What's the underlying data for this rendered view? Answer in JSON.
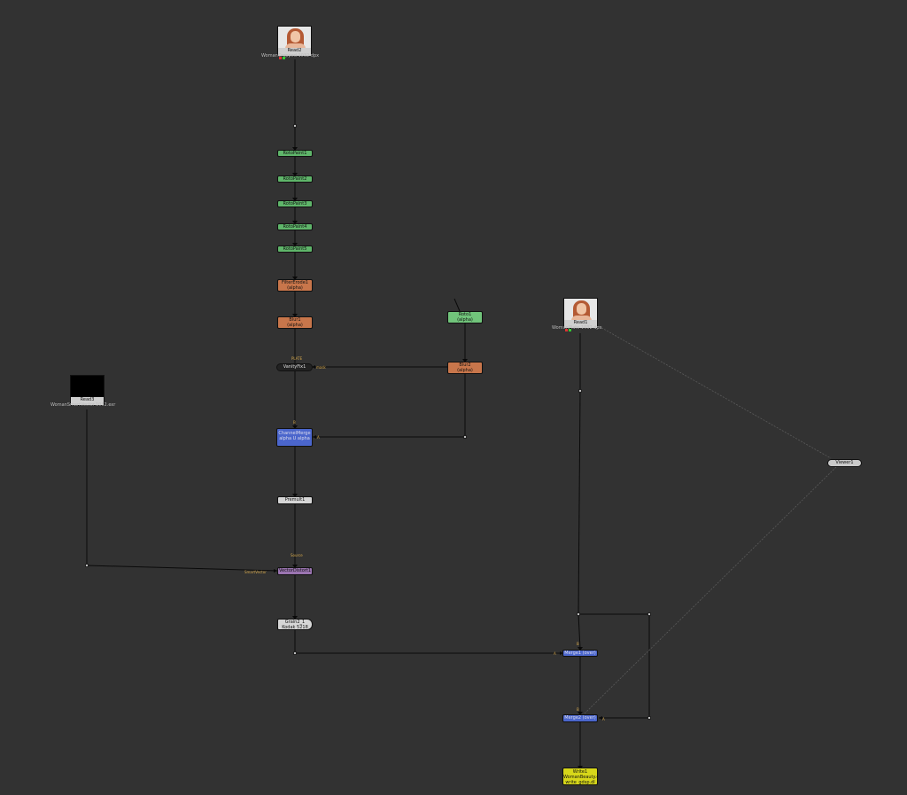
{
  "nodes": {
    "read2": {
      "name": "Read2",
      "file": "WomanCropped.1032.dpx"
    },
    "rotopaint1": {
      "name": "RotoPaint1"
    },
    "rotopaint2": {
      "name": "RotoPaint2"
    },
    "rotopaint3": {
      "name": "RotoPaint3"
    },
    "rotopaint4": {
      "name": "RotoPaint4"
    },
    "rotopaint5": {
      "name": "RotoPaint5"
    },
    "filtererode1": {
      "name": "FilterErode1",
      "sub": "(alpha)"
    },
    "blur1": {
      "name": "Blur1",
      "sub": "(alpha)"
    },
    "roto1": {
      "name": "Roto1",
      "sub": "(alpha)"
    },
    "vanityfix1": {
      "name": "VanityFix1"
    },
    "blur2": {
      "name": "Blur2",
      "sub": "(alpha)"
    },
    "channelmerge": {
      "name": "ChannelMerge",
      "sub": "alpha U alpha"
    },
    "premult1": {
      "name": "Premult1"
    },
    "vectordistort1": {
      "name": "VectorDistort1"
    },
    "grain2": {
      "name": "Grain2_1",
      "sub": "Kodak 5218"
    },
    "read3": {
      "name": "Read3",
      "file": "WomanSmartVector.1032.exr"
    },
    "read1": {
      "name": "Read1",
      "file": "WomanPlate.1032.dpx"
    },
    "viewer1": {
      "name": "Viewer1"
    },
    "merge1": {
      "name": "Merge1 (over)"
    },
    "merge2": {
      "name": "Merge2 (over)"
    },
    "write1": {
      "name": "Write1",
      "sub": "WomanBeauty.exr",
      "sub2": "write_gdsp.dl"
    }
  },
  "edge_labels": {
    "plate": "PLATE",
    "mask": "mask",
    "source": "Source",
    "smartvector": "SmartVector",
    "a": "A",
    "b": "B"
  },
  "colors": {
    "background": "#323232",
    "wire": "#0a0a0a",
    "viewer_wire": "#5a5a5a"
  }
}
